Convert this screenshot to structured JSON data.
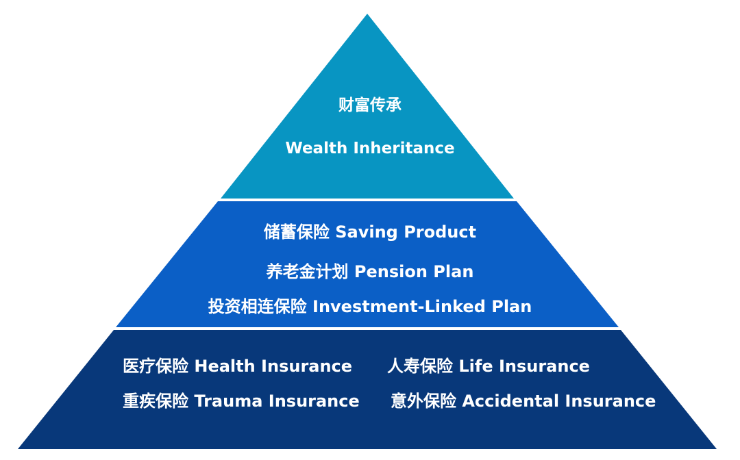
{
  "colors": {
    "background": "#ffffff",
    "tier_top": "#0895c2",
    "tier_middle": "#0b5fc6",
    "tier_base": "#08387a",
    "text": "#ffffff"
  },
  "tiers": {
    "top": {
      "lines": [
        "财富传承",
        "Wealth Inheritance"
      ]
    },
    "middle": {
      "lines": [
        "储蓄保险 Saving Product",
        "养老金计划 Pension Plan",
        "投资相连保险 Investment-Linked Plan"
      ]
    },
    "base": {
      "items": [
        "医疗保险 Health Insurance",
        "人寿保险 Life Insurance",
        "重疾保险 Trauma Insurance",
        "意外保险 Accidental Insurance"
      ]
    }
  }
}
